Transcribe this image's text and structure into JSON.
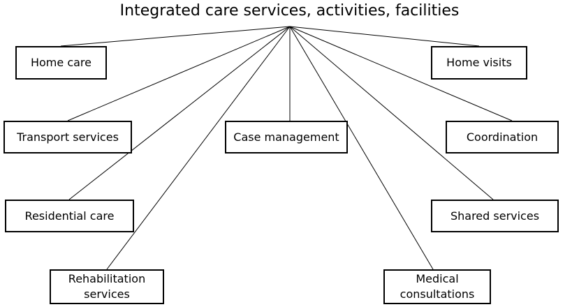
{
  "title": "Integrated care services, activities, facilities",
  "nodes": {
    "home_care": "Home care",
    "home_visits": "Home visits",
    "transport_services": "Transport services",
    "case_management": "Case management",
    "coordination": "Coordination",
    "residential_care": "Residential care",
    "shared_services": "Shared services",
    "rehabilitation_services": [
      "Rehabilitation",
      "services"
    ],
    "medical_consultations": [
      "Medical",
      "consultations"
    ]
  },
  "colors": {
    "line": "#000000",
    "box_border": "#000000",
    "background": "#ffffff"
  }
}
